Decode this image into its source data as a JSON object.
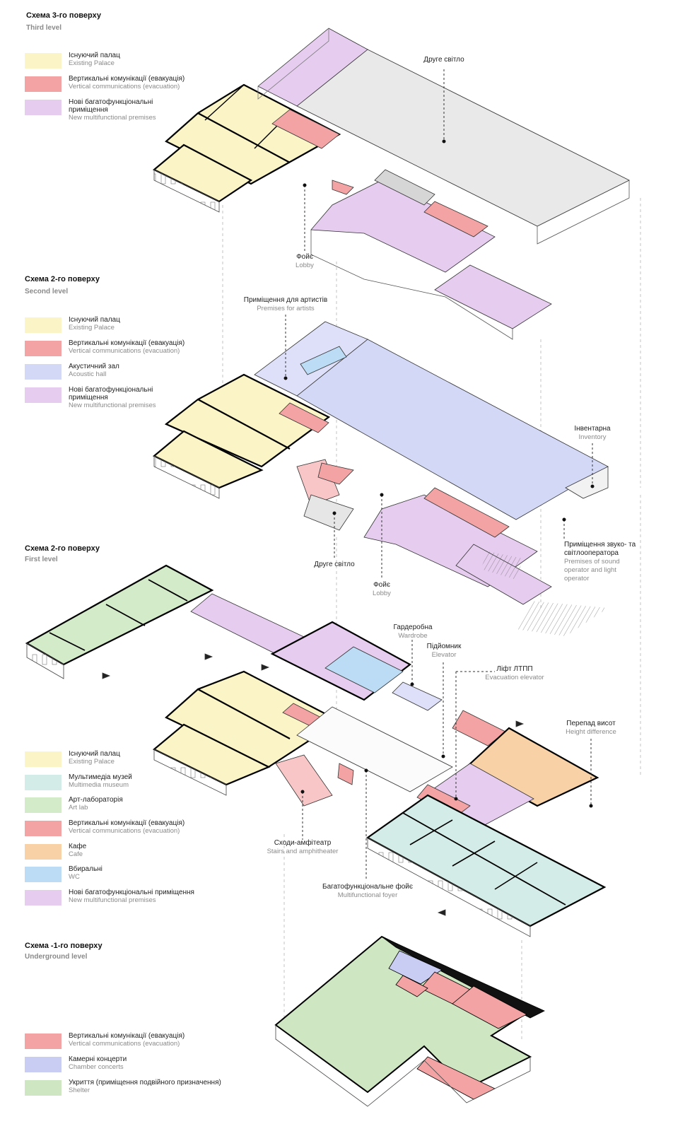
{
  "colors": {
    "existing_palace": "#fbf4c6",
    "vertical": "#f3a3a3",
    "multifunctional": "#e6cdf0",
    "acoustic": "#d3d8f7",
    "multimedia": "#d3ece7",
    "artlab": "#d3ebc9",
    "cafe": "#f8d2a6",
    "wc": "#bcdcf5",
    "chamber": "#c9cdf3",
    "shelter": "#cfe6c3",
    "grey": "#e6e6e6"
  },
  "levels": [
    {
      "title": "Схема 3-го поверху",
      "subtitle": "Third level",
      "legend": [
        {
          "ua": "Існуючий палац",
          "en": "Existing Palace",
          "color": "#fbf4c6"
        },
        {
          "ua": "Вертикальні комунікації (евакуація)",
          "en": "Vertical communications (evacuation)",
          "color": "#f3a3a3"
        },
        {
          "ua": "Нові багатофункціональні приміщення",
          "en": "New multifunctional premises",
          "color": "#e6cdf0"
        }
      ],
      "labels": [
        {
          "ua": "Друге світло",
          "en": ""
        },
        {
          "ua": "Фойє",
          "en": "Lobby"
        }
      ]
    },
    {
      "title": "Схема 2-го поверху",
      "subtitle": "Second level",
      "legend": [
        {
          "ua": "Існуючий палац",
          "en": "Existing Palace",
          "color": "#fbf4c6"
        },
        {
          "ua": "Вертикальні комунікації (евакуація)",
          "en": "Vertical communications (evacuation)",
          "color": "#f3a3a3"
        },
        {
          "ua": "Акустичний зал",
          "en": "Acoustic hall",
          "color": "#d3d8f7"
        },
        {
          "ua": "Нові багатофункціональні приміщення",
          "en": "New multifunctional premises",
          "color": "#e6cdf0"
        }
      ],
      "labels": [
        {
          "ua": "Приміщення для артистів",
          "en": "Premises for artists"
        },
        {
          "ua": "Інвентарна",
          "en": "Inventory"
        },
        {
          "ua": "Приміщення звуко- та світлооператора",
          "en": "Premises of sound operator and light operator"
        },
        {
          "ua": "Друге світло",
          "en": ""
        },
        {
          "ua": "Фойє",
          "en": "Lobby"
        }
      ]
    },
    {
      "title": "Схема 2-го поверху",
      "subtitle": "First level",
      "legend": [
        {
          "ua": "Існуючий палац",
          "en": "Existing Palace",
          "color": "#fbf4c6"
        },
        {
          "ua": "Мультимедіа музей",
          "en": "Multimedia museum",
          "color": "#d3ece7"
        },
        {
          "ua": "Арт-лабораторія",
          "en": "Art lab",
          "color": "#d3ebc9"
        },
        {
          "ua": "Вертикальні комунікації (евакуація)",
          "en": "Vertical communications (evacuation)",
          "color": "#f3a3a3"
        },
        {
          "ua": "Кафе",
          "en": "Cafe",
          "color": "#f8d2a6"
        },
        {
          "ua": "Вбиральні",
          "en": "WC",
          "color": "#bcdcf5"
        },
        {
          "ua": "Нові багатофункціональні приміщення",
          "en": "New multifunctional premises",
          "color": "#e6cdf0"
        }
      ],
      "labels": [
        {
          "ua": "Гардеробна",
          "en": "Wardrobe"
        },
        {
          "ua": "Підйомник",
          "en": "Elevator"
        },
        {
          "ua": "Ліфт ЛТПП",
          "en": "Evacuation elevator"
        },
        {
          "ua": "Перепад висот",
          "en": "Height difference"
        },
        {
          "ua": "Сходи-амфітеатр",
          "en": "Stairs and amphitheater"
        },
        {
          "ua": "Багатофункціональне фойє",
          "en": "Multifunctional foyer"
        }
      ]
    },
    {
      "title": "Схема -1-го поверху",
      "subtitle": "Underground level",
      "legend": [
        {
          "ua": "Вертикальні комунікації (евакуація)",
          "en": "Vertical communications (evacuation)",
          "color": "#f3a3a3"
        },
        {
          "ua": "Камерні концерти",
          "en": "Chamber concerts",
          "color": "#c9cdf3"
        },
        {
          "ua": "Укриття (приміщення подвійного призначення)",
          "en": "Shelter",
          "color": "#cfe6c3"
        }
      ],
      "labels": []
    }
  ]
}
